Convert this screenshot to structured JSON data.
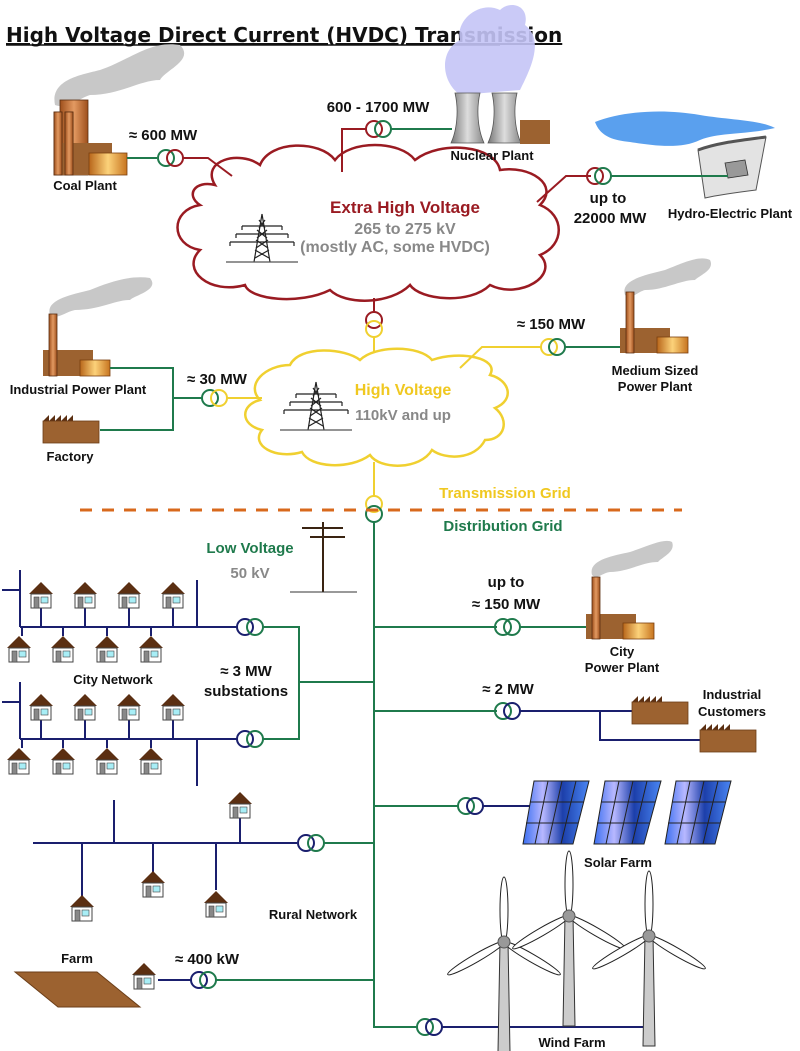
{
  "title": "High Voltage Direct Current (HVDC) Transmission",
  "colors": {
    "extra_high_voltage": "#9a1b22",
    "high_voltage": "#f0d030",
    "distribution": "#1f7a4c",
    "low_voltage_network": "#1a1f6e",
    "grid_divider": "#d8691c",
    "subtitle_gray": "#888888",
    "building_brown": "#9c6230"
  },
  "clouds": {
    "extra_high": {
      "title": "Extra High Voltage",
      "range": "265 to 275 kV",
      "note": "(mostly AC, some HVDC)"
    },
    "high": {
      "title": "High Voltage",
      "range": "110kV and up"
    }
  },
  "generators": {
    "coal": {
      "label": "Coal Plant",
      "power": "≈ 600  MW"
    },
    "nuclear": {
      "label": "Nuclear Plant",
      "power": "600 - 1700  MW"
    },
    "hydro": {
      "label": "Hydro-Electric Plant",
      "power_line1": "up to",
      "power_line2": "22000  MW"
    },
    "industrial": {
      "label": "Industrial Power Plant",
      "power": "≈ 30 MW"
    },
    "factory": {
      "label": "Factory"
    },
    "medium": {
      "label_line1": "Medium Sized",
      "label_line2": "Power Plant",
      "power": "≈ 150  MW"
    }
  },
  "grid_divider": {
    "upper": "Transmission Grid",
    "lower": "Distribution Grid"
  },
  "low_voltage": {
    "title": "Low Voltage",
    "range": "50 kV"
  },
  "distribution": {
    "city_network": {
      "label": "City Network",
      "power_line1": "≈ 3  MW",
      "power_line2": "substations"
    },
    "city_plant": {
      "label_line1": "City",
      "label_line2": "Power Plant",
      "power_line1": "up to",
      "power_line2": "≈ 150  MW"
    },
    "industrial_customers": {
      "label_line1": "Industrial",
      "label_line2": "Customers",
      "power": "≈ 2  MW"
    },
    "solar": {
      "label": "Solar Farm"
    },
    "rural": {
      "label": "Rural Network"
    },
    "farm": {
      "label": "Farm",
      "power": "≈ 400 kW"
    },
    "wind": {
      "label": "Wind Farm"
    }
  }
}
